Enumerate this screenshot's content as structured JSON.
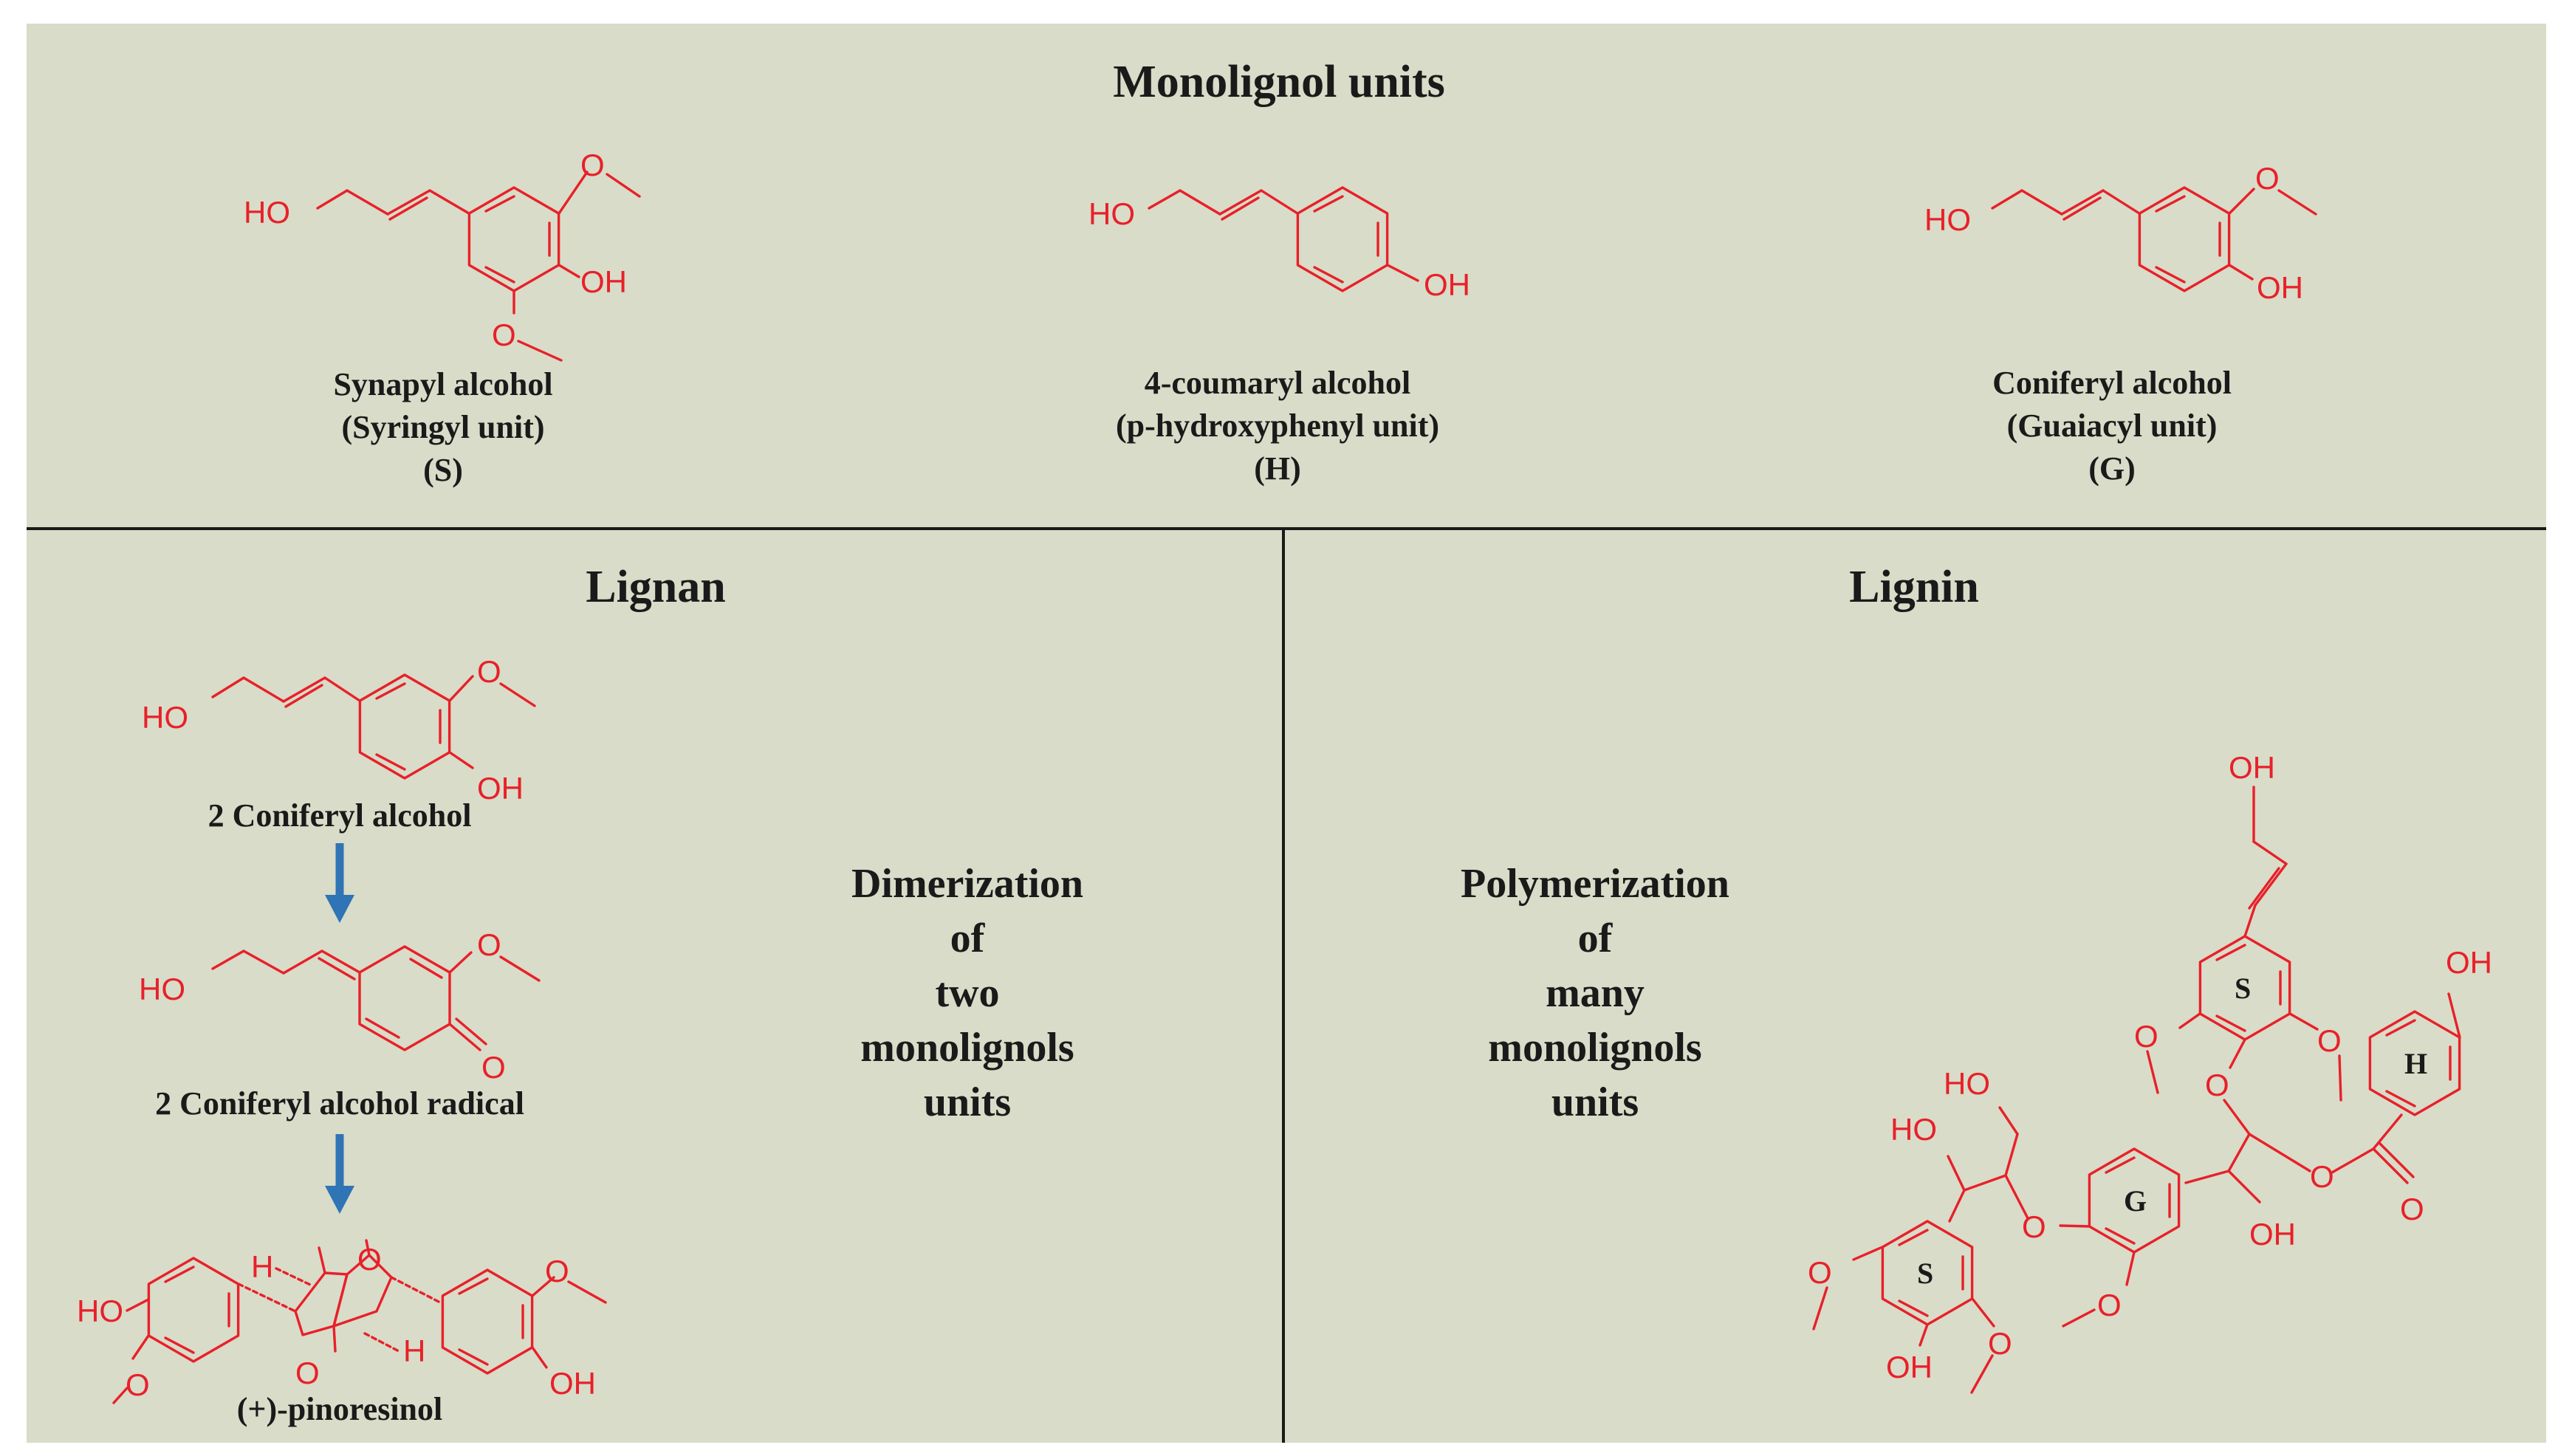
{
  "monolignol": {
    "title": "Monolignol units",
    "synapyl": {
      "name": "Synapyl alcohol",
      "unit": "(Syringyl unit)",
      "abbr": "(S)"
    },
    "coumaryl": {
      "name": "4-coumaryl alcohol",
      "unit": "(p-hydroxyphenyl unit)",
      "abbr": "(H)"
    },
    "coniferyl": {
      "name": "Coniferyl alcohol",
      "unit": "(Guaiacyl unit)",
      "abbr": "(G)"
    }
  },
  "lignan": {
    "title": "Lignan",
    "step1": "2 Coniferyl alcohol",
    "step2": "2 Coniferyl alcohol radical",
    "step3": "(+)-pinoresinol",
    "process": [
      "Dimerization",
      "of",
      "two",
      "monolignols",
      "units"
    ]
  },
  "lignin": {
    "title": "Lignin",
    "process": [
      "Polymerization",
      "of",
      "many",
      "monolignols",
      "units"
    ],
    "rings": [
      "S",
      "H",
      "G",
      "S"
    ]
  },
  "atoms": {
    "ho": "HO",
    "oh": "OH",
    "o": "O",
    "h": "H"
  },
  "colors": {
    "background": "#d8dcc8",
    "molecule": "#e8202a",
    "arrow": "#2f74b5",
    "divider": "#1a1a1a"
  }
}
